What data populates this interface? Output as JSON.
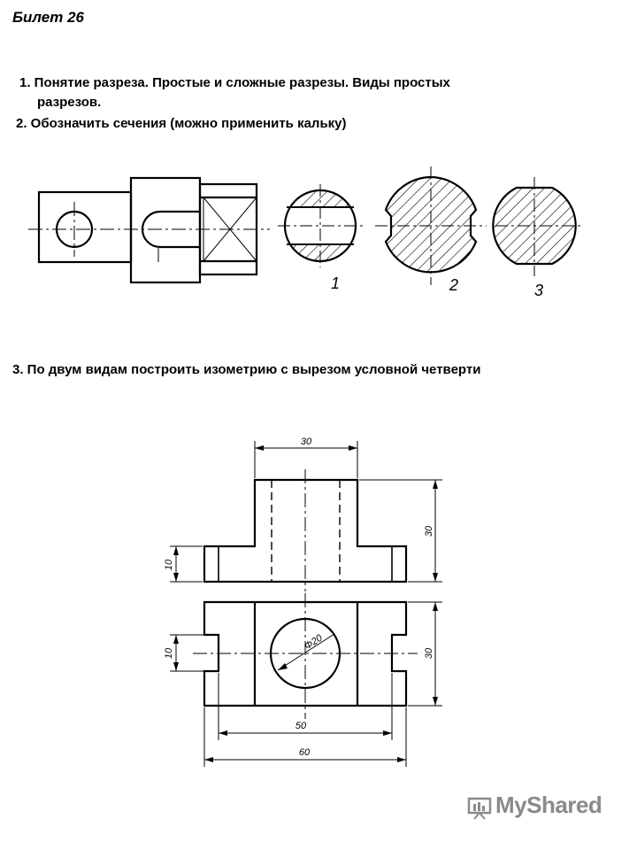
{
  "ticket": {
    "title": "Билет 26"
  },
  "tasks": {
    "task1_line1": "1. Понятие разреза. Простые и сложные разрезы. Виды простых",
    "task1_line2": "разрезов.",
    "task2": "2. Обозначить сечения (можно применить кальку)",
    "task3": "3. По двум видам построить изометрию с вырезом условной четверти"
  },
  "section_labels": [
    "1",
    "2",
    "3"
  ],
  "dimensions": {
    "top_width": "30",
    "top_height": "30",
    "flange_height": "10",
    "plan_depth": "30",
    "slot_width": "10",
    "hole_diameter": "Φ20",
    "inner_length": "50",
    "overall_length": "60"
  },
  "watermark": {
    "text": "MyShared"
  }
}
